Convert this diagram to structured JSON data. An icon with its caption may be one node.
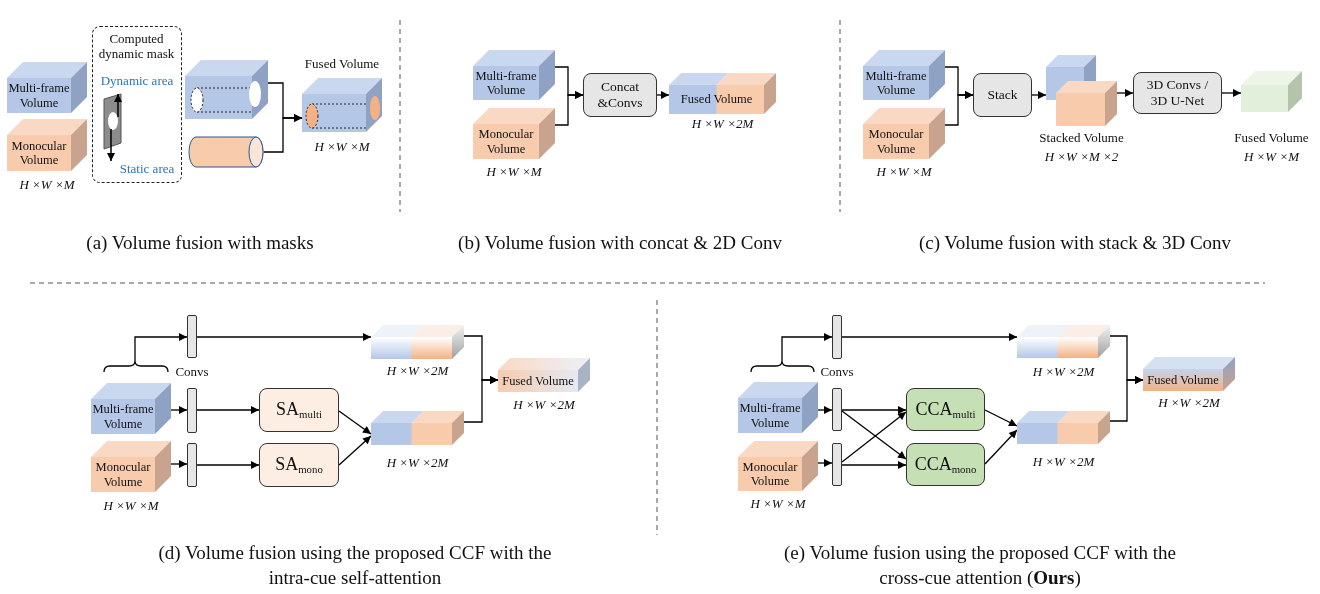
{
  "diagram": {
    "nodes": [
      {
        "text": [
          "Multi-frame Volume"
        ]
      },
      {
        "text": [
          "Monocular Volume"
        ],
        "beside": [
          "H ×W ×M"
        ]
      },
      {
        "text": [
          "Computed dynamic mask",
          "Dynamic area",
          "Static area"
        ]
      },
      {
        "text": [],
        "shape": "picture"
      },
      {
        "text": [],
        "shape": "cylinder"
      },
      {
        "text": [
          "Fused Volume"
        ],
        "beside": [
          "H ×W ×M"
        ]
      },
      {
        "text": [
          "Multi-frame Volume"
        ]
      },
      {
        "text": [
          "Monocular Volume"
        ],
        "beside": [
          "H ×W ×M"
        ]
      },
      {
        "text": [
          "Concat &Convs"
        ]
      },
      {
        "text": [
          "Fused Volume"
        ],
        "beside": [
          "H ×W ×2M"
        ]
      },
      {
        "text": [
          "Multi-frame Volume"
        ]
      },
      {
        "text": [
          "Monocular Volume"
        ],
        "beside": [
          "H ×W ×M"
        ]
      },
      {
        "text": [
          "Stack"
        ]
      },
      {
        "text": [
          "Stacked Volume"
        ],
        "beside": [
          "H ×W ×M ×2"
        ]
      },
      {
        "text": [
          "3D Convs / 3D U-Net"
        ]
      },
      {
        "text": [
          "Fused Volume"
        ],
        "beside": [
          "H ×W ×M"
        ]
      },
      {
        "text": [
          "Multi-frame Volume"
        ]
      },
      {
        "text": [
          "Monocular Volume"
        ],
        "beside": [
          "H ×W ×M"
        ]
      },
      {
        "text": [],
        "shape": "bar",
        "beside": [
          "Convs"
        ]
      },
      {
        "text": [],
        "shape": "bar"
      },
      {
        "text": [],
        "shape": "bar"
      },
      {
        "text": [
          "SA$_{multi}$"
        ]
      },
      {
        "text": [
          "SA$_{mono}$"
        ]
      },
      {
        "text": [],
        "shape": "box",
        "beside": [
          "H ×W ×2M"
        ]
      },
      {
        "text": [],
        "shape": "box",
        "beside": [
          "H ×W ×2M"
        ]
      },
      {
        "text": [
          "Fused Volume"
        ],
        "beside": [
          "H ×W ×2M"
        ]
      },
      {
        "text": [
          "Multi-frame Volume"
        ]
      },
      {
        "text": [
          "Monocular Volume"
        ],
        "beside": [
          "H ×W ×M"
        ]
      },
      {
        "text": [],
        "shape": "bar",
        "beside": [
          "Convs"
        ]
      },
      {
        "text": [],
        "shape": "bar"
      },
      {
        "text": [],
        "shape": "bar"
      },
      {
        "text": [
          "CCA$_{multi}$"
        ]
      },
      {
        "text": [
          "CCA$_{mono}$"
        ]
      },
      {
        "text": [],
        "shape": "box",
        "beside": [
          "H ×W ×2M"
        ]
      },
      {
        "text": [],
        "shape": "box",
        "beside": [
          "H ×W ×2M"
        ]
      },
      {
        "text": [
          "Fused Volume"
        ],
        "beside": [
          "H ×W ×2M"
        ]
      }
    ],
    "edges": [
      {
        "from": 3,
        "to": 5,
        "arrow": "to"
      },
      {
        "from": 4,
        "to": 5,
        "arrow": "to"
      },
      {
        "from": 6,
        "to": 8,
        "arrow": "to"
      },
      {
        "from": 7,
        "to": 8,
        "arrow": "to"
      },
      {
        "from": 8,
        "to": 9,
        "arrow": "to"
      },
      {
        "from": 10,
        "to": 12,
        "arrow": "to"
      },
      {
        "from": 11,
        "to": 12,
        "arrow": "to"
      },
      {
        "from": 12,
        "to": 13,
        "arrow": "to"
      },
      {
        "from": 13,
        "to": 14,
        "arrow": "to"
      },
      {
        "from": 14,
        "to": 15,
        "arrow": "to"
      },
      {
        "from": null,
        "to": 18,
        "arrow": "to"
      },
      {
        "from": 16,
        "to": 19,
        "arrow": "to"
      },
      {
        "from": 17,
        "to": 20,
        "arrow": "to"
      },
      {
        "from": 18,
        "to": 23,
        "arrow": "to"
      },
      {
        "from": 19,
        "to": 21,
        "arrow": "to"
      },
      {
        "from": 20,
        "to": 22,
        "arrow": "to"
      },
      {
        "from": 21,
        "to": 24,
        "arrow": "to"
      },
      {
        "from": 22,
        "to": 24,
        "arrow": "to"
      },
      {
        "from": 23,
        "to": 25,
        "arrow": "to"
      },
      {
        "from": 24,
        "to": 25,
        "arrow": "to"
      },
      {
        "from": null,
        "to": 28,
        "arrow": "to"
      },
      {
        "from": 26,
        "to": 29,
        "arrow": "to"
      },
      {
        "from": 27,
        "to": 30,
        "arrow": "to"
      },
      {
        "from": 28,
        "to": 33,
        "arrow": "to"
      },
      {
        "from": 29,
        "to": 31,
        "arrow": "to"
      },
      {
        "from": 29,
        "to": 32,
        "arrow": "to"
      },
      {
        "from": 30,
        "to": 31,
        "arrow": "to"
      },
      {
        "from": 30,
        "to": 32,
        "arrow": "to"
      },
      {
        "from": 31,
        "to": 34,
        "arrow": "to"
      },
      {
        "from": 32,
        "to": 34,
        "arrow": "to"
      },
      {
        "from": 33,
        "to": 35,
        "arrow": "to"
      },
      {
        "from": 34,
        "to": 35,
        "arrow": "to"
      }
    ],
    "labels": [
      "(a) Volume fusion with masks",
      "(b) Volume fusion with concat & 2D Conv",
      "(c) Volume fusion with stack & 3D Conv",
      "(d) Volume fusion using the proposed CCF with the intra-cue self-attention",
      "(e) Volume fusion using the proposed CCF with the cross-cue attention (**Ours**)"
    ]
  }
}
